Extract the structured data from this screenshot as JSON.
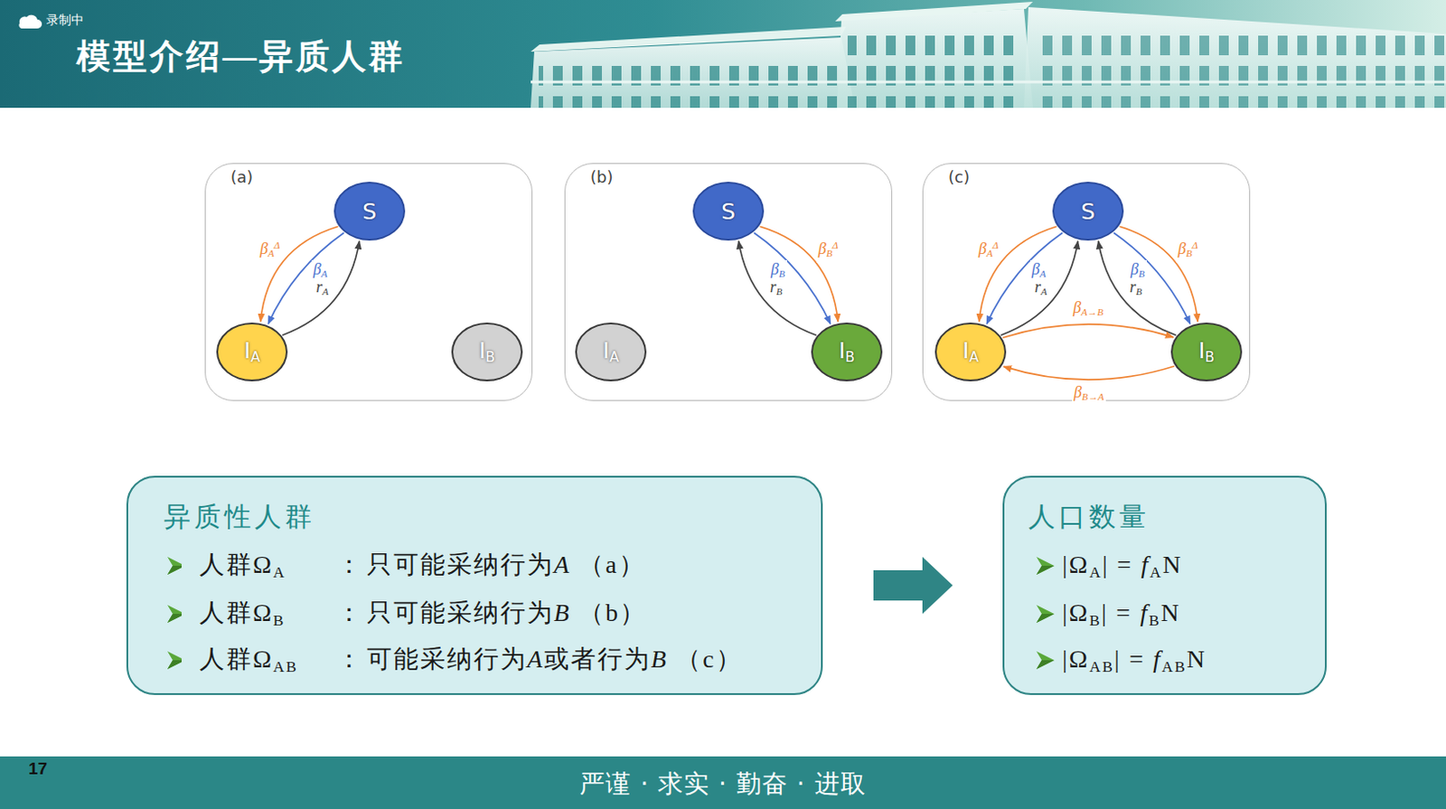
{
  "diagram": {
    "title": "模型介绍—异质人群",
    "nodes": [
      {
        "text": [
          "(a)"
        ]
      },
      {
        "text": [
          "S"
        ],
        "in": 0
      },
      {
        "text": [
          "IA"
        ],
        "in": 0
      },
      {
        "text": [
          "IB"
        ],
        "in": 0
      },
      {
        "text": [
          "(b)"
        ]
      },
      {
        "text": [
          "S"
        ],
        "in": 4
      },
      {
        "text": [
          "IA"
        ],
        "in": 4
      },
      {
        "text": [
          "IB"
        ],
        "in": 4
      },
      {
        "text": [
          "(c)"
        ]
      },
      {
        "text": [
          "S"
        ],
        "in": 8
      },
      {
        "text": [
          "IA"
        ],
        "in": 8
      },
      {
        "text": [
          "IB"
        ],
        "in": 8
      },
      {
        "text": [
          "异质性人群",
          "人群ΩA",
          "：",
          "只可能采纳行为A （a）",
          "人群ΩB",
          "：",
          "只可能采纳行为B （b）",
          "人群ΩAB",
          "：",
          "可能采纳行为A或者行为B （c）"
        ]
      },
      {
        "text": [
          "人口数量",
          "|ΩA| = fAN",
          "|ΩB| = fBN",
          "|ΩAB| = fABN"
        ]
      }
    ],
    "edges": [
      {
        "from": 1,
        "to": 2,
        "label": "βAΔ",
        "arrow": "to"
      },
      {
        "from": 1,
        "to": 2,
        "label": "βA",
        "arrow": "to"
      },
      {
        "from": 2,
        "to": 1,
        "label": "rA",
        "arrow": "to"
      },
      {
        "from": 5,
        "to": 7,
        "label": "βB",
        "arrow": "to"
      },
      {
        "from": 5,
        "to": 7,
        "label": "βBΔ",
        "arrow": "to"
      },
      {
        "from": 7,
        "to": 5,
        "label": "rB",
        "arrow": "to"
      },
      {
        "from": 9,
        "to": 10,
        "label": "βAΔ",
        "arrow": "to"
      },
      {
        "from": 9,
        "to": 10,
        "label": "βA",
        "arrow": "to"
      },
      {
        "from": 10,
        "to": 9,
        "label": "rA",
        "arrow": "to"
      },
      {
        "from": 9,
        "to": 11,
        "label": "βB",
        "arrow": "to"
      },
      {
        "from": 9,
        "to": 11,
        "label": "βBΔ",
        "arrow": "to"
      },
      {
        "from": 11,
        "to": 9,
        "label": "rB",
        "arrow": "to"
      },
      {
        "from": 10,
        "to": 11,
        "label": "βA→B",
        "arrow": "to"
      },
      {
        "from": 11,
        "to": 10,
        "label": "βB→A",
        "arrow": "to"
      },
      {
        "from": 12,
        "to": 13,
        "arrow": "to"
      }
    ],
    "labels": [
      "录制中",
      "17",
      "严谨 · 求实 · 勤奋 · 进取"
    ]
  }
}
